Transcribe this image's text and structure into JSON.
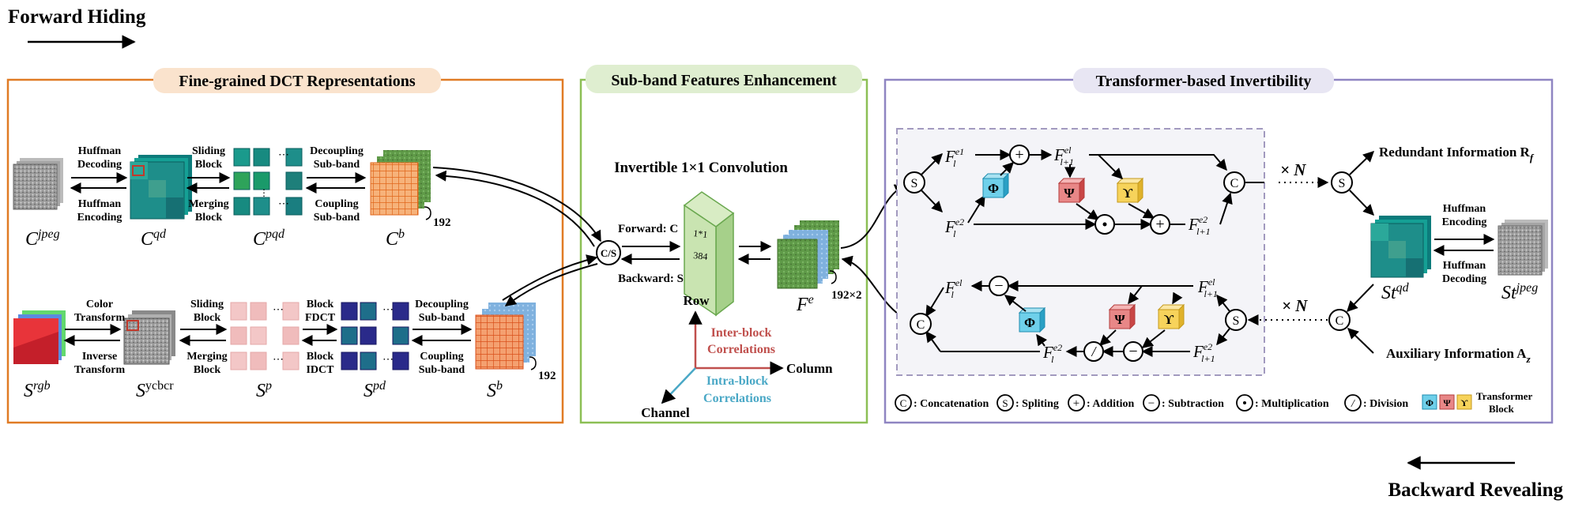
{
  "header": {
    "forward": "Forward Hiding",
    "backward": "Backward Revealing"
  },
  "colors": {
    "orange_border": "#e07b25",
    "green_border": "#8cbf55",
    "purple_border": "#8f85c2",
    "orange_pill": "#fae3cd",
    "green_pill": "#dfeed0",
    "purple_pill": "#e8e6f3",
    "inter_block": "#c0504d",
    "intra_block": "#4aa8c6",
    "phi_block": "#4cc0e0",
    "psi_block": "#e05c5c",
    "upsilon_block": "#f2c94c"
  },
  "panel1": {
    "title": "Fine-grained DCT Representations",
    "top": {
      "labels": [
        "C",
        "C",
        "C",
        "C"
      ],
      "sups": [
        "jpeg",
        "qd",
        "pqd",
        "b"
      ],
      "a1": [
        "Huffman",
        "Decoding"
      ],
      "a1b": [
        "Huffman",
        "Encoding"
      ],
      "a2": [
        "Sliding",
        "Block"
      ],
      "a2b": [
        "Merging",
        "Block"
      ],
      "a3": [
        "Decoupling",
        "Sub-band"
      ],
      "a3b": [
        "Coupling",
        "Sub-band"
      ],
      "depth": "192"
    },
    "bottom": {
      "labels": [
        "S",
        "S",
        "S",
        "S",
        "S"
      ],
      "sups": [
        "rgb",
        "ycbcr",
        "p",
        "pd",
        "b"
      ],
      "a1": [
        "Color",
        "Transform"
      ],
      "a1b": [
        "Inverse",
        "Transform"
      ],
      "a2": [
        "Sliding",
        "Block"
      ],
      "a2b": [
        "Merging",
        "Block"
      ],
      "a3": [
        "Block",
        "FDCT"
      ],
      "a3b": [
        "Block",
        "IDCT"
      ],
      "a4": [
        "Decoupling",
        "Sub-band"
      ],
      "a4b": [
        "Coupling",
        "Sub-band"
      ],
      "depth": "192"
    }
  },
  "panel2": {
    "title": "Sub-band Features Enhancement",
    "conv_title": "Invertible 1×1 Convolution",
    "cs": "C/S",
    "forward": "Forward: C",
    "backward": "Backward: S",
    "conv_face": [
      "1*1",
      "384"
    ],
    "feature_label": "F",
    "feature_sup": "e",
    "feature_depth": "192×2",
    "axis_row": "Row",
    "axis_column": "Column",
    "axis_channel": "Channel",
    "inter": [
      "Inter-block",
      "Correlations"
    ],
    "intra": [
      "Intra-block",
      "Correlations"
    ]
  },
  "panel3": {
    "title": "Transformer-based Invertibility",
    "redundant": "Redundant Information R",
    "redundant_sub": "f",
    "auxiliary": "Auxiliary Information A",
    "auxiliary_sub": "z",
    "times_n": "× N",
    "huff_enc": [
      "Huffman",
      "Encoding"
    ],
    "huff_dec": [
      "Huffman",
      "Decoding"
    ],
    "st_qd": [
      "St",
      "qd"
    ],
    "st_jpeg": [
      "St",
      "jpeg"
    ],
    "symbols": {
      "S": "S",
      "C": "C",
      "phi": "Φ",
      "psi": "Ψ",
      "upsilon": "ϒ",
      "plus": "+",
      "minus": "−",
      "dot": "⋅",
      "div": "/"
    },
    "feat": {
      "F": "F",
      "l": "l",
      "l1": "l+1",
      "e1": "e1",
      "e2": "e2",
      "el": "el"
    },
    "legend": [
      {
        "symbol": "C",
        "text": ": Concatenation"
      },
      {
        "symbol": "S",
        "text": ": Spliting"
      },
      {
        "symbol": "+",
        "text": ": Addition"
      },
      {
        "symbol": "−",
        "text": ": Subtraction"
      },
      {
        "symbol": "⋅",
        "text": ": Multiplication"
      },
      {
        "symbol": "/",
        "text": ": Division"
      }
    ],
    "legend_tb": [
      "Transformer",
      "Block"
    ]
  }
}
